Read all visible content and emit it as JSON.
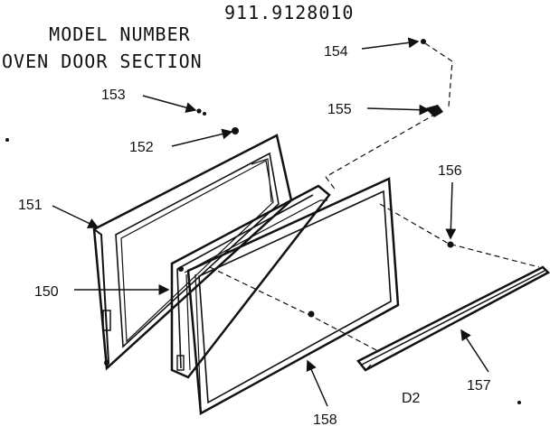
{
  "header": {
    "model_label": "MODEL NUMBER",
    "model_number": "911.9128010",
    "section_title": "OVEN DOOR SECTION"
  },
  "callouts": {
    "p150": "150",
    "p151": "151",
    "p152": "152",
    "p153": "153",
    "p154": "154",
    "p155": "155",
    "p156": "156",
    "p157": "157",
    "p158": "158"
  },
  "diagram_code": "D2",
  "colors": {
    "ink": "#111111",
    "paper": "#ffffff"
  }
}
